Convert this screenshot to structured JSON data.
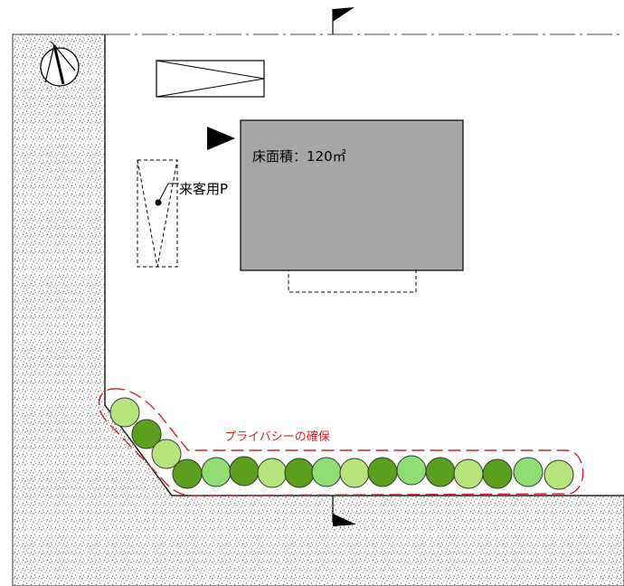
{
  "labels": {
    "floor_area": "床面積：120㎡",
    "guest_parking": "来客用P",
    "privacy": "プライバシーの確保"
  },
  "colors": {
    "road_texture": "#d8d8d8",
    "building_fill": "#a6a6a6",
    "privacy_accent": "#d6202a",
    "tree_dark": "#5aa01e",
    "tree_light": "#b5e37c",
    "tree_mid": "#8fde73"
  },
  "icons": {
    "north": "north-arrow-icon",
    "entry": "entry-arrow-icon",
    "flags": "flag-icon"
  }
}
